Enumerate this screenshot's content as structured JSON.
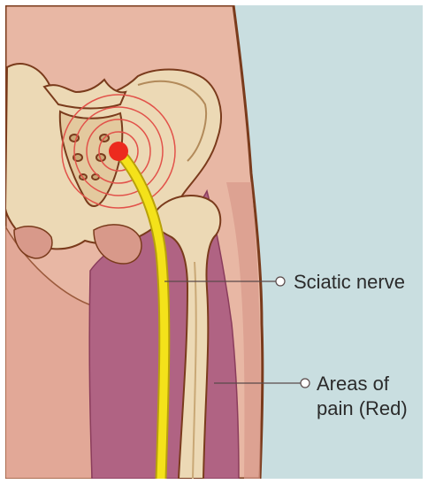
{
  "labels": {
    "sciatic_nerve": "Sciatic nerve",
    "areas_of_pain_line1": "Areas of",
    "areas_of_pain_line2": "pain (Red)"
  },
  "colors": {
    "background": "#c9dee0",
    "skin": "#e8b7a4",
    "skin_shadow": "#d8998a",
    "outline": "#7a3b1c",
    "bone": "#ecd9b5",
    "bone_shadow": "#d3b78a",
    "pain_area": "#b06383",
    "nerve": "#f4e21a",
    "pain_point": "#ec2a1e",
    "ripple": "#e2524a"
  }
}
